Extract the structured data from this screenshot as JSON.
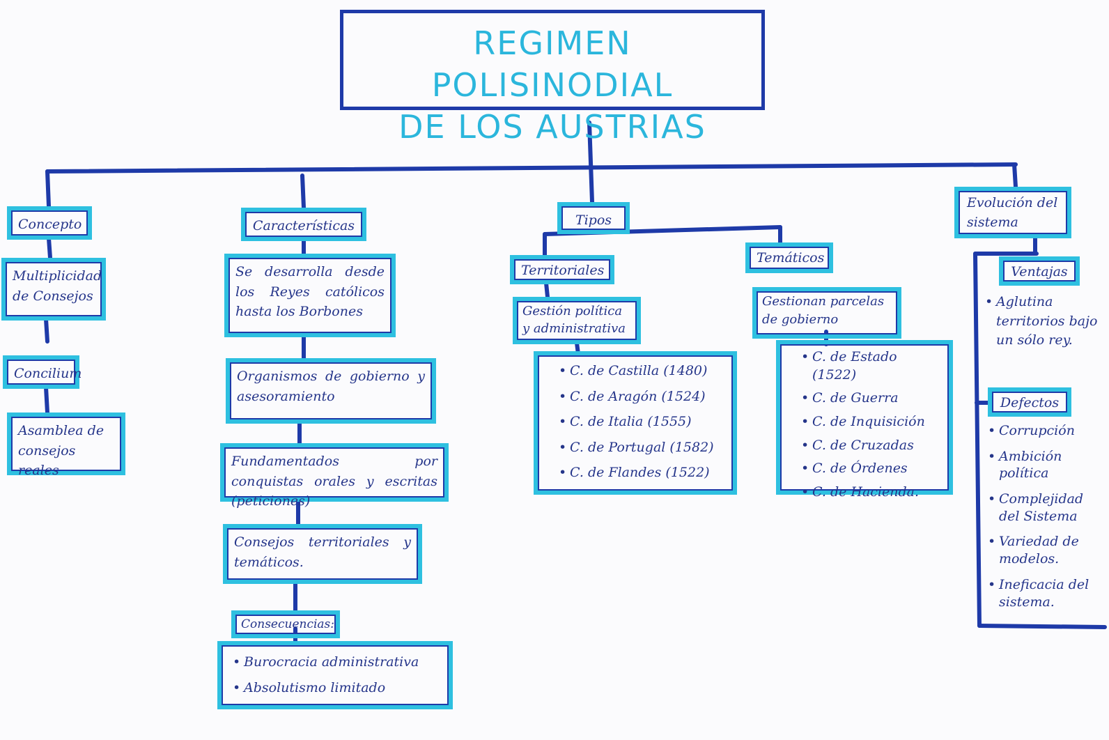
{
  "title": {
    "line1": "REGIMEN POLISINODIAL",
    "line2": "DE LOS AUSTRIAS"
  },
  "concepto": {
    "header": "Concepto",
    "item1": "Multiplicidad de Consejos",
    "item2": "Concilium",
    "item3": "Asamblea de consejos reales"
  },
  "caracteristicas": {
    "header": "Características",
    "item1": "Se desarrolla desde los Reyes católicos hasta los Borbones",
    "item2": "Organismos de gobierno y asesoramiento",
    "item3": "Fundamentados por conquistas orales y escritas (peticiones)",
    "item4": "Consejos territoriales y temáticos.",
    "consecuencias": "Consecuencias:",
    "cons_list": [
      "Burocracia administrativa",
      "Absolutismo limitado"
    ]
  },
  "tipos": {
    "header": "Tipos",
    "territoriales": {
      "header": "Territoriales",
      "sub": "Gestión política y administrativa",
      "list": [
        "C. de Castilla (1480)",
        "C. de Aragón (1524)",
        "C. de Italia (1555)",
        "C. de Portugal (1582)",
        "C. de Flandes (1522)"
      ]
    },
    "tematicos": {
      "header": "Temáticos",
      "sub": "Gestionan parcelas de gobierno",
      "list": [
        "C. de Estado (1522)",
        "C. de Guerra",
        "C. de Inquisición",
        "C. de Cruzadas",
        "C. de Órdenes",
        "C. de Hacienda."
      ]
    }
  },
  "evolucion": {
    "header": "Evolución del sistema",
    "ventajas": "Ventajas",
    "ventajas_list": [
      "Aglutina territorios bajo un sólo rey."
    ],
    "defectos": "Defectos",
    "defectos_list": [
      "Corrupción",
      "Ambición política",
      "Complejidad del Sistema",
      "Variedad de modelos.",
      "Ineficacia del sistema."
    ]
  },
  "colors": {
    "dark_blue": "#1e3aa8",
    "light_blue": "#2ec0e0"
  }
}
